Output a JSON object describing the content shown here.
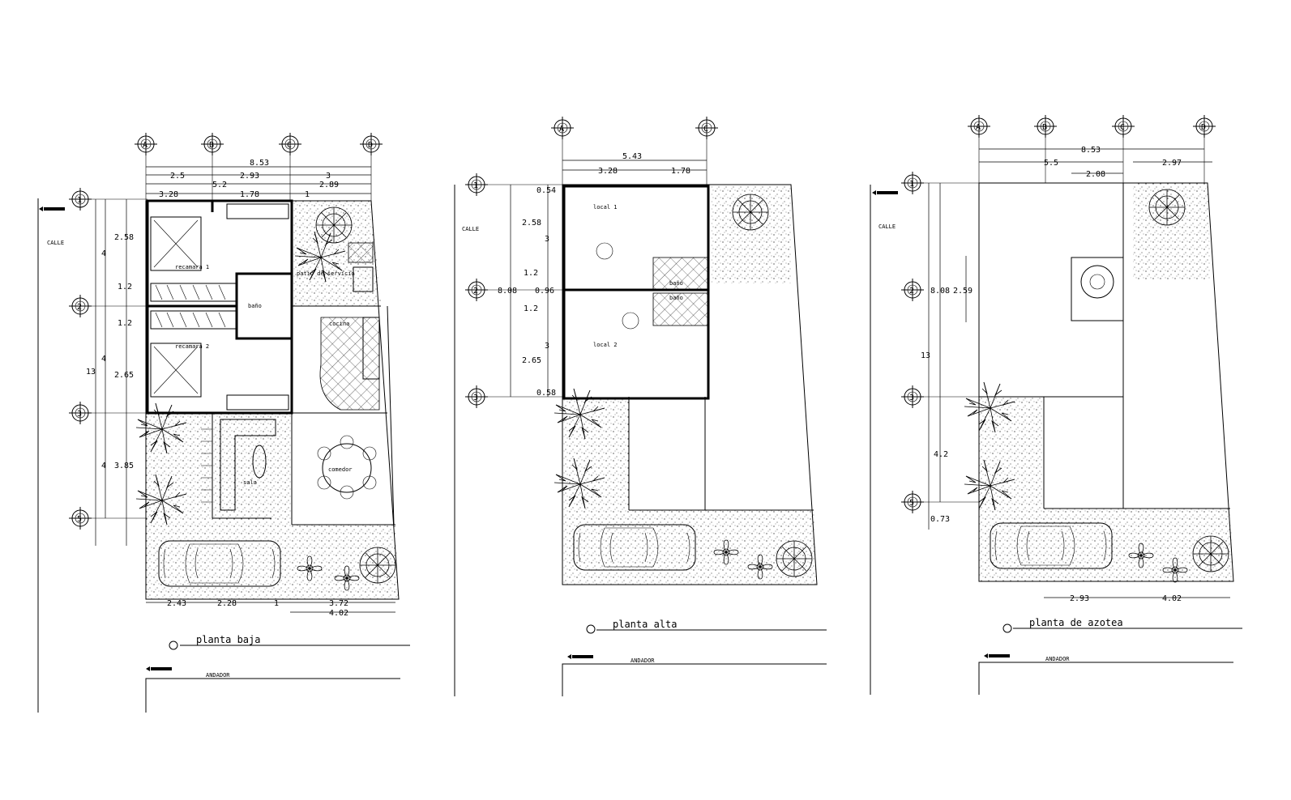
{
  "plans": [
    {
      "title": "planta baja",
      "axes_x": [
        "A",
        "B",
        "C",
        "D"
      ],
      "axes_y": [
        "1",
        "2",
        "3",
        "5"
      ],
      "street_label": "CALLE",
      "walkway_label": "ANDADOR",
      "rooms": [
        "recamara 1",
        "recamara 2",
        "patio de servicio",
        "baño",
        "cocina",
        "comedor",
        "sala"
      ],
      "dims_top": [
        "8.53",
        "2.5",
        "2.93",
        "3",
        "5.2",
        "2.89",
        "3.28",
        "1.78",
        "1"
      ],
      "dims_left": [
        "2.58",
        "1.2",
        "1.2",
        "2.65",
        "3.85",
        "4",
        "4",
        "4",
        "13"
      ],
      "dims_bottom": [
        "2.43",
        "2.28",
        "1",
        "3.72",
        "4.02"
      ]
    },
    {
      "title": "planta alta",
      "axes_x": [
        "A",
        "C"
      ],
      "axes_y": [
        "1",
        "2",
        "3"
      ],
      "street_label": "CALLE",
      "walkway_label": "ANDADOR",
      "rooms": [
        "local 1",
        "local 2",
        "baño",
        "baño"
      ],
      "dims_top": [
        "5.43",
        "3.28",
        "1.78"
      ],
      "dims_left": [
        "0.54",
        "2.58",
        "1.2",
        "1.2",
        "2.65",
        "0.58",
        "3",
        "0.96",
        "3",
        "8.08"
      ]
    },
    {
      "title": "planta de azotea",
      "axes_x": [
        "A",
        "B",
        "C",
        "D"
      ],
      "axes_y": [
        "1",
        "2",
        "3",
        "5"
      ],
      "street_label": "CALLE",
      "walkway_label": "ANDADOR",
      "dims_top": [
        "8.53",
        "5.5",
        "2.08",
        "2.97"
      ],
      "dims_left": [
        "8.08",
        "2.59",
        "13",
        "4.2",
        "0.73"
      ],
      "dims_bottom": [
        "2.93",
        "4.02"
      ]
    }
  ]
}
